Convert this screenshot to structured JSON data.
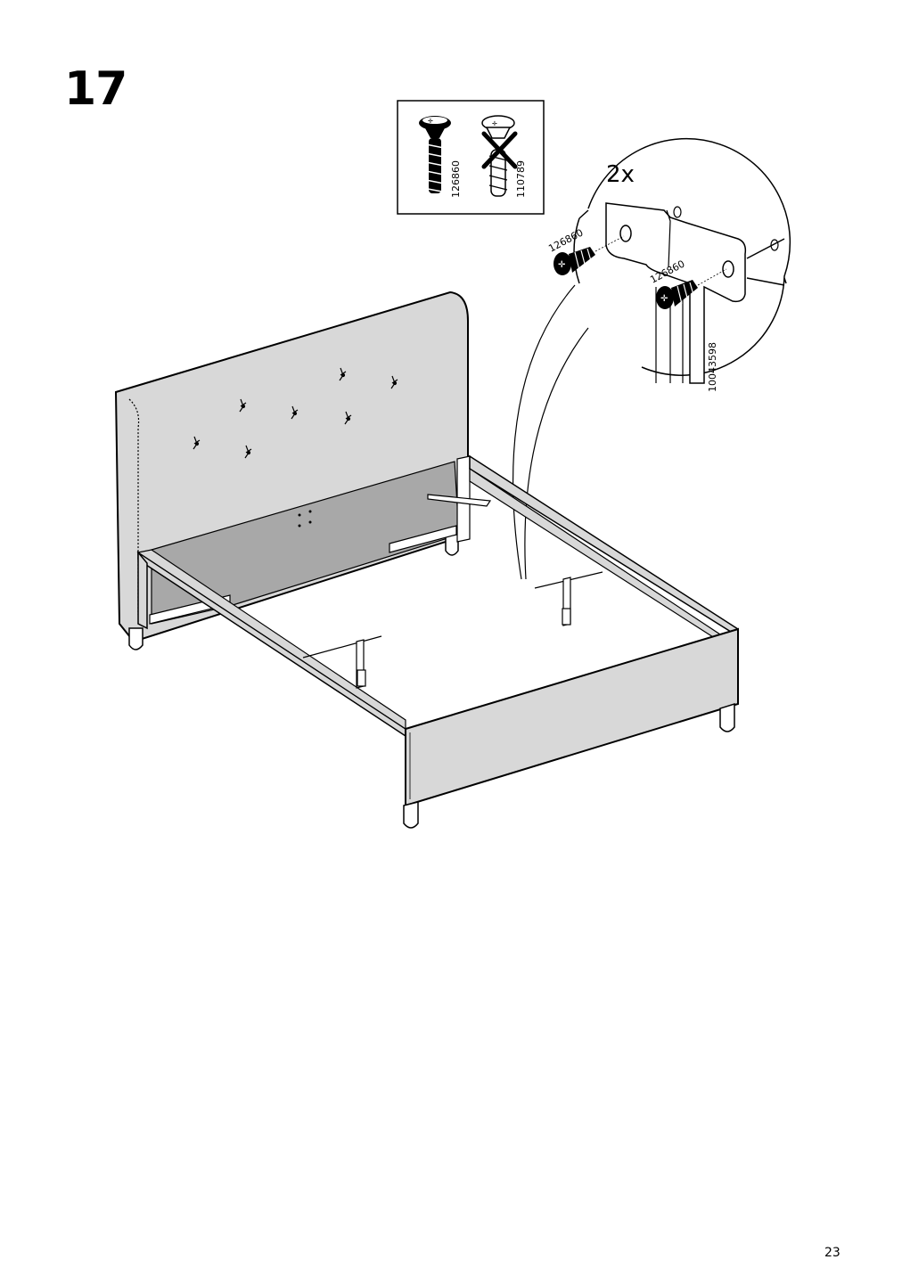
{
  "step": {
    "number": "17"
  },
  "screw_box": {
    "correct_part": "126860",
    "wrong_part": "110789"
  },
  "detail": {
    "quantity": "2x",
    "screw_label_1": "126860",
    "screw_label_2": "126860",
    "component_code": "10043598"
  },
  "page": {
    "number": "23"
  },
  "colors": {
    "upholstery": "#d8d8d8",
    "inner_board": "#a8a8a8",
    "line": "#000000"
  }
}
